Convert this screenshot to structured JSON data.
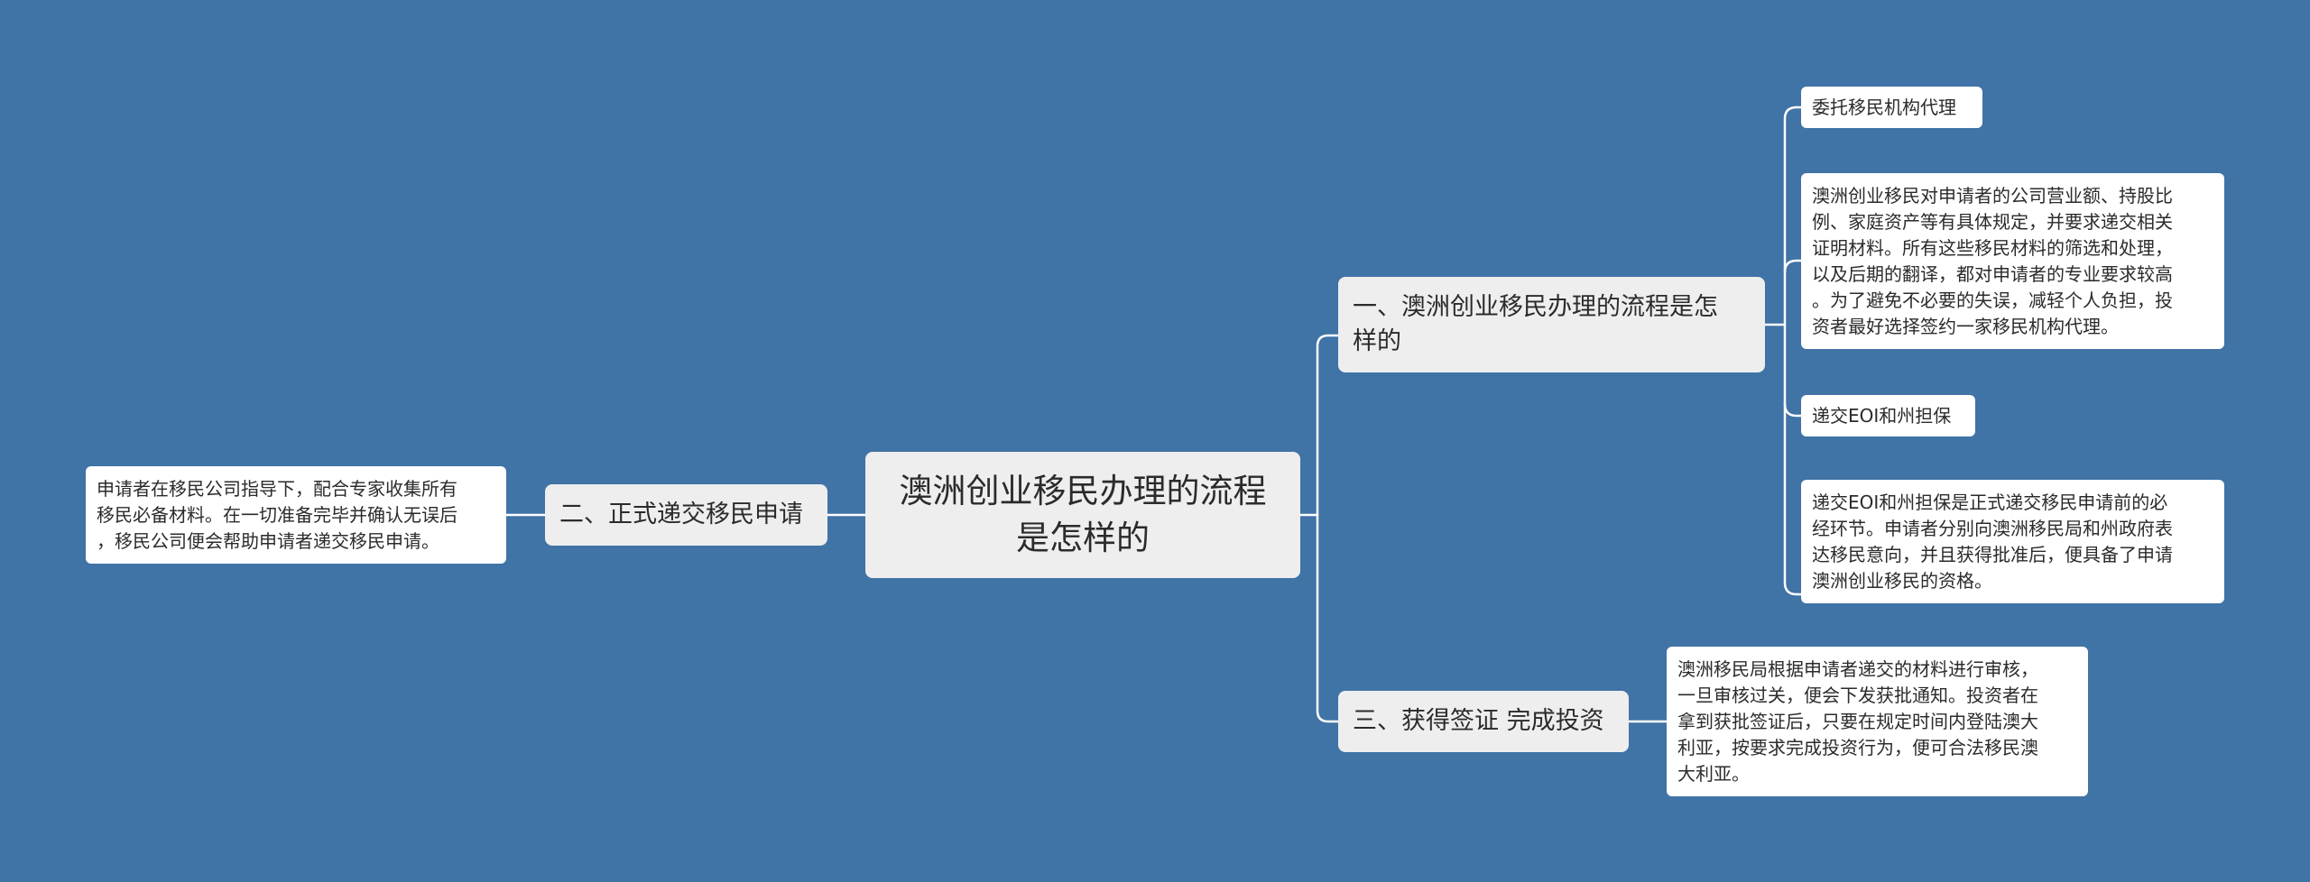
{
  "colors": {
    "background": "#4073a6",
    "branch_box": "#eeeeee",
    "leaf_box": "#ffffff",
    "connector": "#ffffff"
  },
  "root": {
    "label": "澳洲创业移民办理的流程\n是怎样的"
  },
  "branches": [
    {
      "label": "一、澳洲创业移民办理的流程是怎\n样的",
      "children": [
        {
          "text": "委托移民机构代理"
        },
        {
          "text": "澳洲创业移民对申请者的公司营业额、持股比\n例、家庭资产等有具体规定，并要求递交相关\n证明材料。所有这些移民材料的筛选和处理，\n以及后期的翻译，都对申请者的专业要求较高\n。为了避免不必要的失误，减轻个人负担，投\n资者最好选择签约一家移民机构代理。"
        },
        {
          "text": "递交EOI和州担保"
        },
        {
          "text": "递交EOI和州担保是正式递交移民申请前的必\n经环节。申请者分别向澳洲移民局和州政府表\n达移民意向，并且获得批准后，便具备了申请\n澳洲创业移民的资格。"
        }
      ]
    },
    {
      "label": "二、正式递交移民申请",
      "children": [
        {
          "text": "申请者在移民公司指导下，配合专家收集所有\n移民必备材料。在一切准备完毕并确认无误后\n，移民公司便会帮助申请者递交移民申请。"
        }
      ]
    },
    {
      "label": "三、获得签证 完成投资",
      "children": [
        {
          "text": "澳洲移民局根据申请者递交的材料进行审核，\n一旦审核过关，便会下发获批通知。投资者在\n拿到获批签证后，只要在规定时间内登陆澳大\n利亚，按要求完成投资行为，便可合法移民澳\n大利亚。"
        }
      ]
    }
  ]
}
